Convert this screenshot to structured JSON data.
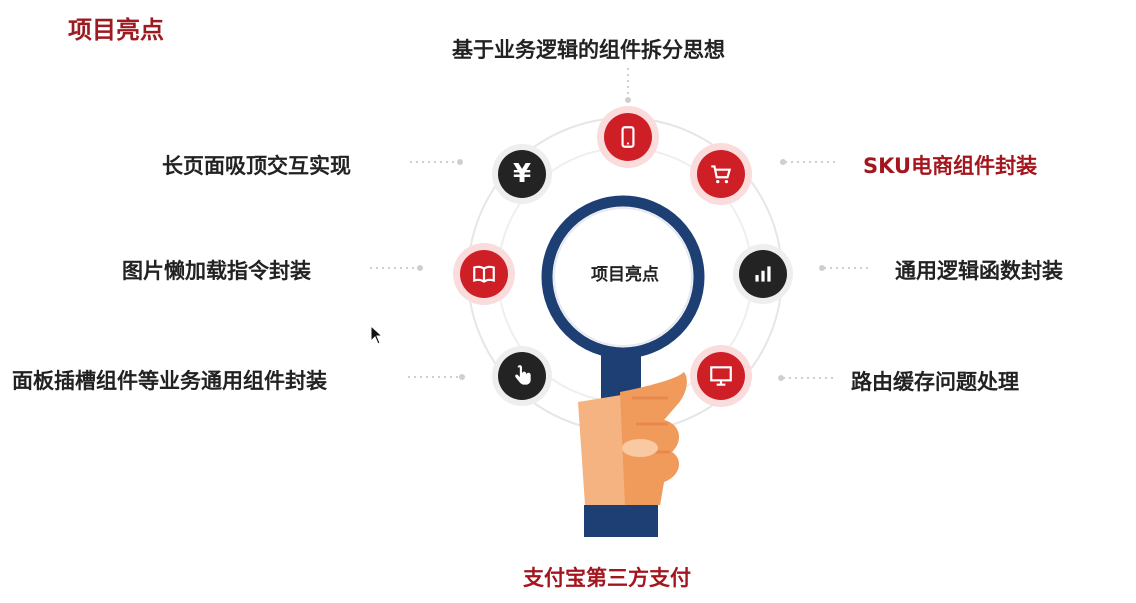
{
  "page": {
    "title": "项目亮点",
    "center_text": "项目亮点",
    "bottom_label": "支付宝第三方支付"
  },
  "labels": {
    "top": "基于业务逻辑的组件拆分思想",
    "left_1": "长页面吸顶交互实现",
    "left_2": "图片懒加载指令封装",
    "left_3": "面板插槽组件等业务通用组件封装",
    "right_1": "SKU电商组件封装",
    "right_2": "通用逻辑函数封装",
    "right_3": "路由缓存问题处理"
  },
  "icons": {
    "top": "mobile-phone-icon",
    "left_1": "yen-icon",
    "left_2": "book-icon",
    "left_3": "pointer-hand-icon",
    "right_1": "shopping-cart-icon",
    "right_2": "bar-chart-icon",
    "right_3": "monitor-icon"
  },
  "colors": {
    "title": "#9b1b21",
    "accent_red": "#cf1f26",
    "dark": "#232323",
    "lens_ring": "#1d3f73"
  }
}
